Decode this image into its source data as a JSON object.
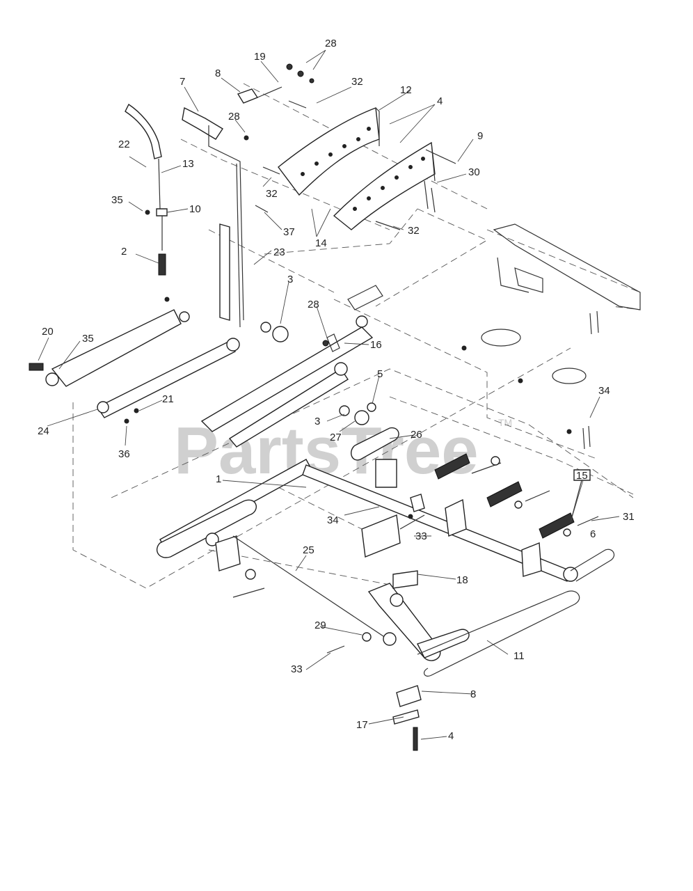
{
  "watermark": {
    "text": "PartsTree",
    "trademark": "TM"
  },
  "callouts": [
    "28",
    "19",
    "8",
    "32",
    "12",
    "4",
    "7",
    "28",
    "9",
    "22",
    "13",
    "30",
    "32",
    "35",
    "10",
    "32",
    "14",
    "37",
    "2",
    "23",
    "3",
    "28",
    "16",
    "20",
    "35",
    "5",
    "24",
    "21",
    "3",
    "27",
    "26",
    "34",
    "36",
    "1",
    "15",
    "31",
    "6",
    "34",
    "33",
    "25",
    "18",
    "29",
    "11",
    "33",
    "8",
    "17",
    "4"
  ]
}
